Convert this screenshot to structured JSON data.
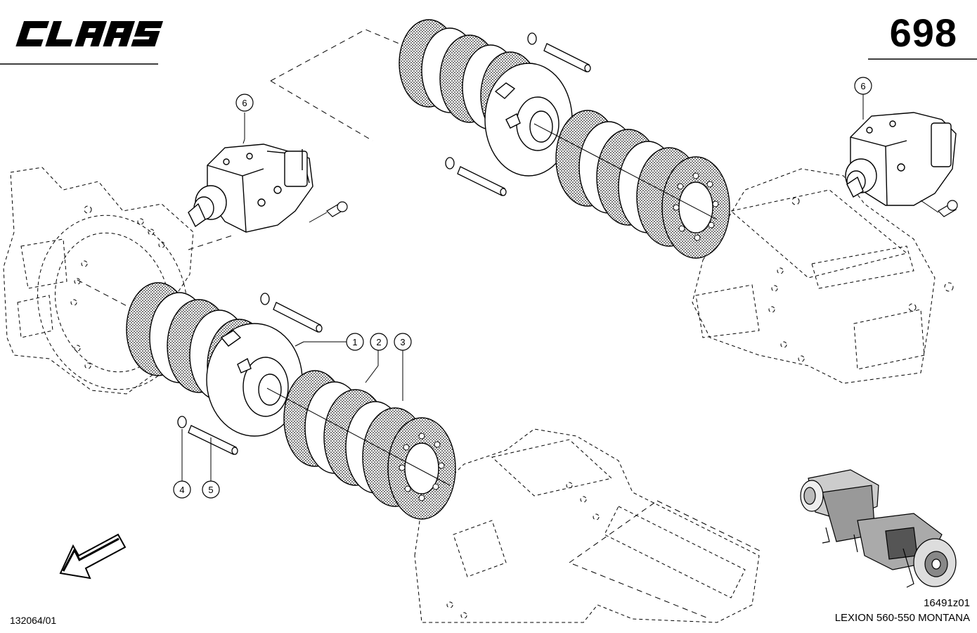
{
  "header": {
    "brand": "CLAAS",
    "page_number": "698"
  },
  "callouts": [
    {
      "id": "1",
      "label": "1"
    },
    {
      "id": "2",
      "label": "2"
    },
    {
      "id": "3",
      "label": "3"
    },
    {
      "id": "4",
      "label": "4"
    },
    {
      "id": "5",
      "label": "5"
    },
    {
      "id": "6a",
      "label": "6"
    },
    {
      "id": "6b",
      "label": "6"
    }
  ],
  "footer": {
    "drawing_ref": "132064/01",
    "figure_id": "16491z01",
    "model": "LEXION 560-550 MONTANA"
  },
  "icons": {
    "direction_arrow": "arrow-down-left-icon",
    "thumbnail": "machine-thumbnail-icon"
  }
}
